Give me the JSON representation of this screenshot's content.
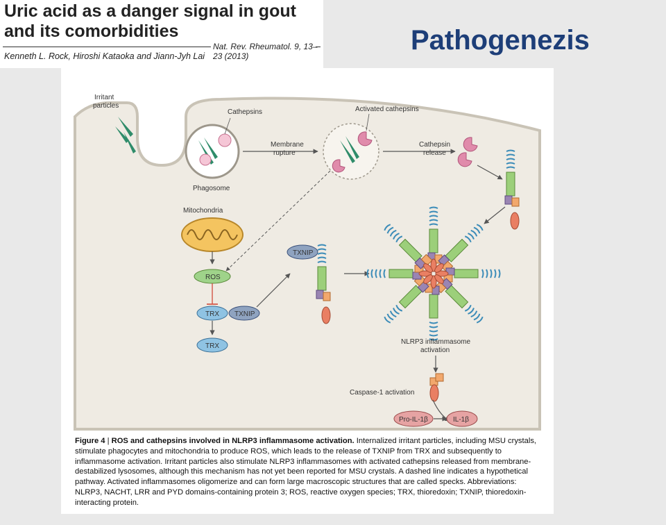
{
  "citation": {
    "title_line1": "Uric acid as a danger signal in gout",
    "title_line2": "and its comorbidities",
    "journal": "Nat. Rev. Rheumatol. 9, 13–23 (2013)",
    "authors": "Kenneth L. Rock, Hiroshi Kataoka and Jiann-Jyh Lai"
  },
  "slide": {
    "title": "Pathogenezis"
  },
  "diagram": {
    "labels": {
      "irritant_particles_1": "Irritant",
      "irritant_particles_2": "particles",
      "cathepsins": "Cathepsins",
      "activated_cathepsins": "Activated cathepsins",
      "membrane_rupture_1": "Membrane",
      "membrane_rupture_2": "rupture",
      "cathepsin_release_1": "Cathepsin",
      "cathepsin_release_2": "release",
      "phagosome": "Phagosome",
      "mitochondria": "Mitochondria",
      "ros": "ROS",
      "trx": "TRX",
      "txnip": "TXNIP",
      "nlrp3_1": "NLRP3 inflammasome",
      "nlrp3_2": "activation",
      "caspase": "Caspase-1 activation",
      "pro_il": "Pro-IL-1β",
      "il": "IL-1β"
    },
    "colors": {
      "cell": "#efebe3",
      "membrane": "#c9c3b6",
      "protein_blue": "#8fc3e3",
      "green": "#9ccf7a",
      "purple": "#9a85b3",
      "orange": "#f2a86d",
      "salmon": "#e97f63",
      "pink": "#e7a2bb",
      "mito": "#f4c460"
    }
  },
  "caption": {
    "label": "Figure 4",
    "title": "ROS and cathepsins involved in NLRP3 inflammasome activation.",
    "body": "Internalized irritant particles, including MSU crystals, stimulate phagocytes and mitochondria to produce ROS, which leads to the release of TXNIP from TRX and subsequently to inflammasome activation. Irritant particles also stimulate NLRP3 inflammasomes with activated cathepsins released from membrane-destabilized lysosomes, although this mechanism has not yet been reported for MSU crystals. A dashed line indicates a hypothetical pathway. Activated inflammasomes oligomerize and can form large macroscopic structures that are called specks. Abbreviations: NLRP3, NACHT, LRR and PYD domains-containing protein 3; ROS, reactive oxygen species; TRX, thioredoxin; TXNIP, thioredoxin-interacting protein."
  }
}
